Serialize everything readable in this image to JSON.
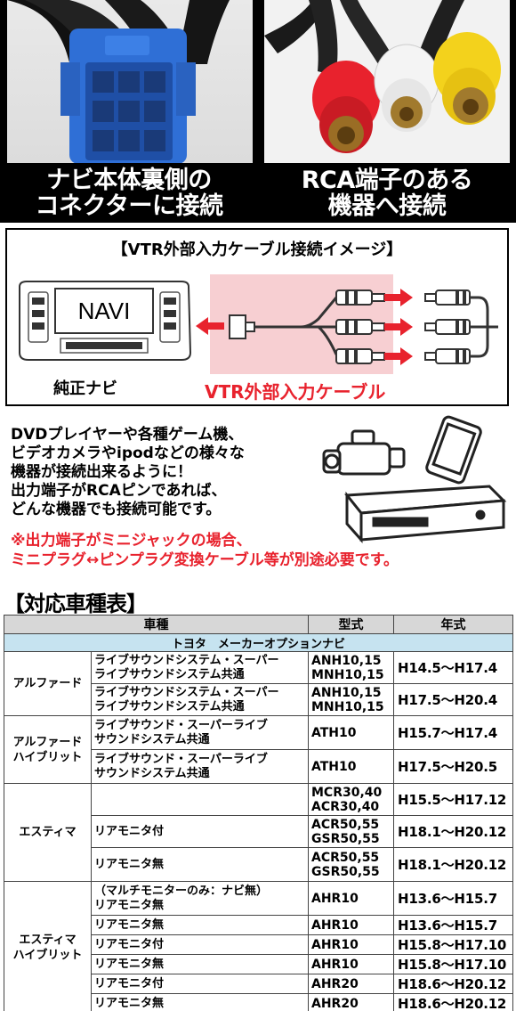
{
  "captions": {
    "left": [
      "ナビ本体裏側の",
      "コネクターに接続"
    ],
    "right": [
      "RCA端子のある",
      "機器へ接続"
    ]
  },
  "diagram": {
    "title": "【VTR外部入力ケーブル接続イメージ】",
    "navi_label": "NAVI",
    "navi_caption": "純正ナビ",
    "cable_caption": "VTR外部入力ケーブル"
  },
  "description": {
    "lines": [
      "DVDプレイヤーや各種ゲーム機、",
      "ビデオカメラやipodなどの様々な",
      "機器が接続出来るように！",
      "出力端子がRCAピンであれば、",
      "どんな機器でも接続可能です。"
    ],
    "warning": [
      "※出力端子がミニジャックの場合、",
      "ミニプラグ↔ピンプラグ変換ケーブル等が別途必要です。"
    ]
  },
  "table": {
    "section_title": "【対応車種表】",
    "headers": [
      "車種",
      "型式",
      "年式"
    ],
    "maker_row": "トヨタ　メーカーオプションナビ",
    "groups": [
      {
        "name": [
          "アルファード"
        ],
        "rows": [
          {
            "desc": [
              "ライブサウンドシステム・スーパー",
              "ライブサウンドシステム共通"
            ],
            "model": [
              "ANH10,15",
              "MNH10,15"
            ],
            "year": "H14.5～H17.4"
          },
          {
            "desc": [
              "ライブサウンドシステム・スーパー",
              "ライブサウンドシステム共通"
            ],
            "model": [
              "ANH10,15",
              "MNH10,15"
            ],
            "year": "H17.5～H20.4"
          }
        ]
      },
      {
        "name": [
          "アルファード",
          "ハイブリット"
        ],
        "rows": [
          {
            "desc": [
              "ライブサウンド・スーパーライブ",
              "サウンドシステム共通"
            ],
            "model": [
              "ATH10"
            ],
            "year": "H15.7～H17.4"
          },
          {
            "desc": [
              "ライブサウンド・スーパーライブ",
              "サウンドシステム共通"
            ],
            "model": [
              "ATH10"
            ],
            "year": "H17.5～H20.5"
          }
        ]
      },
      {
        "name": [
          "エスティマ"
        ],
        "rows": [
          {
            "desc": [
              ""
            ],
            "model": [
              "MCR30,40",
              "ACR30,40"
            ],
            "year": "H15.5～H17.12"
          },
          {
            "desc": [
              "リアモニタ付"
            ],
            "model": [
              "ACR50,55",
              "GSR50,55"
            ],
            "year": "H18.1～H20.12"
          },
          {
            "desc": [
              "リアモニタ無"
            ],
            "model": [
              "ACR50,55",
              "GSR50,55"
            ],
            "year": "H18.1～H20.12"
          }
        ]
      },
      {
        "name": [
          "エスティマ",
          "ハイブリット"
        ],
        "rows": [
          {
            "desc": [
              "（マルチモニターのみ：ナビ無）",
              "リアモニタ無"
            ],
            "model": [
              "AHR10"
            ],
            "year": "H13.6～H15.7"
          },
          {
            "desc": [
              "リアモニタ無"
            ],
            "model": [
              "AHR10"
            ],
            "year": "H13.6～H15.7"
          },
          {
            "desc": [
              "リアモニタ付"
            ],
            "model": [
              "AHR10"
            ],
            "year": "H15.8～H17.10"
          },
          {
            "desc": [
              "リアモニタ無"
            ],
            "model": [
              "AHR10"
            ],
            "year": "H15.8～H17.10"
          },
          {
            "desc": [
              "リアモニタ付"
            ],
            "model": [
              "AHR20"
            ],
            "year": "H18.6～H20.12"
          },
          {
            "desc": [
              "リアモニタ無"
            ],
            "model": [
              "AHR20"
            ],
            "year": "H18.6～H20.12"
          }
        ]
      }
    ]
  },
  "colors": {
    "accent_red": "#e8222d",
    "maker_row_bg": "#c6e3f0",
    "header_bg": "#d7d7d7",
    "cable_zone_bg": "#f7cfd2",
    "connector_blue": "#2f6fd6"
  }
}
